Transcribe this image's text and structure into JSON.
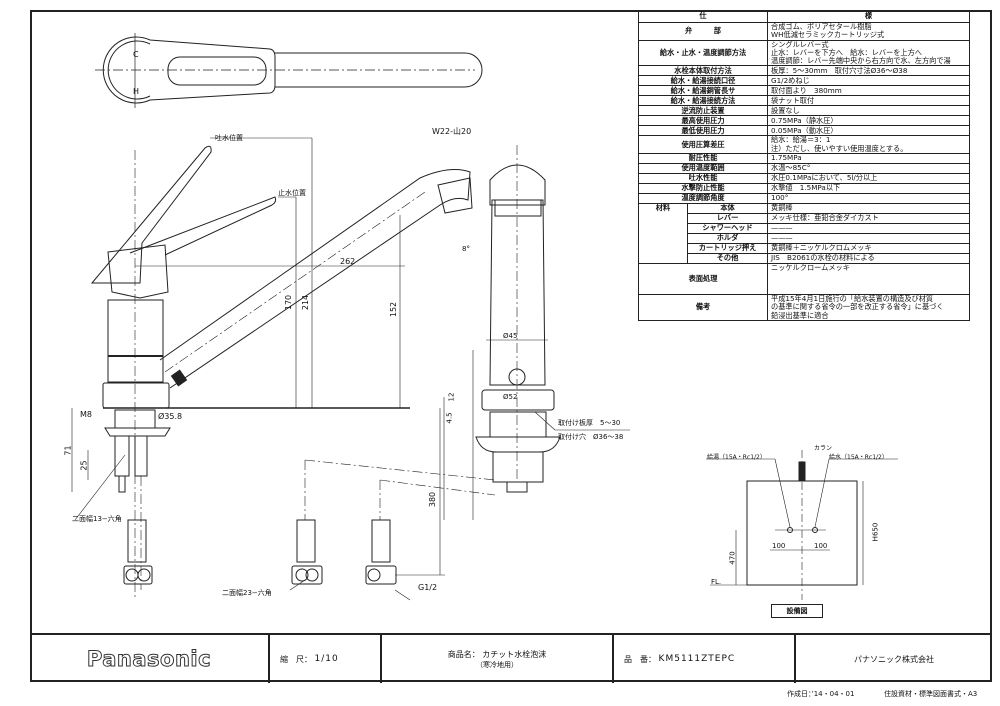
{
  "spec_table": {
    "header": [
      "仕",
      "様"
    ],
    "rows": [
      {
        "key": "弁　　　部",
        "values": [
          "合成ゴム、ポリアセタール樹脂",
          "WH低減セラミックカートリッジ式"
        ]
      },
      {
        "key": "給水・止水・温度調節方法",
        "values": [
          "シングルレバー式",
          "止水：レバーを下方へ　給水：レバーを上方へ",
          "温度調節：レバー先端中央から右方向で水、左方向で湯"
        ]
      },
      {
        "key": "水栓本体取付方法",
        "values": [
          "板厚：5〜30mm　取付穴寸法Ø36〜Ø38"
        ]
      },
      {
        "key": "給水・給湯接続口径",
        "values": [
          "G1/2めねじ"
        ]
      },
      {
        "key": "給水・給湯銅管長サ",
        "values": [
          "取付面より　380mm"
        ]
      },
      {
        "key": "給水・給湯接続方法",
        "values": [
          "袋ナット取付"
        ]
      },
      {
        "key": "逆流防止装置",
        "values": [
          "設置なし"
        ]
      },
      {
        "key": "最高使用圧力",
        "values": [
          "0.75MPa（静水圧）"
        ]
      },
      {
        "key": "最低使用圧力",
        "values": [
          "0.05MPa（動水圧）"
        ]
      },
      {
        "key": "使用圧算差圧",
        "values": [
          "給水：給湯＝3：1",
          "注）ただし、使いやすい使用温度とする。"
        ]
      },
      {
        "key": "耐圧性能",
        "values": [
          "1.75MPa"
        ]
      },
      {
        "key": "使用温度範囲",
        "values": [
          "水温〜85C°"
        ]
      },
      {
        "key": "吐水性能",
        "values": [
          "水圧0.1MPaにおいて、5l/分以上"
        ]
      },
      {
        "key": "水撃防止性能",
        "values": [
          "水撃値　1.5MPa以下"
        ]
      },
      {
        "key": "温度調節角度",
        "values": [
          "100°"
        ]
      }
    ],
    "materials_label": "材料",
    "materials": [
      {
        "part": "本体",
        "value": "黄銅棒"
      },
      {
        "part": "レバー",
        "value": "メッキ仕様：亜鉛合金ダイカスト"
      },
      {
        "part": "シャワーヘッド",
        "value": "———"
      },
      {
        "part": "ホルダ",
        "value": "———"
      },
      {
        "part": "カートリッジ押え",
        "value": "黄銅棒＋ニッケルクロムメッキ"
      },
      {
        "part": "その他",
        "value": "JIS　B2061の水栓の材料による"
      }
    ],
    "surface": {
      "key": "表面処理",
      "value": "ニッケルクロームメッキ"
    },
    "notes": {
      "key": "備考",
      "values": [
        "平成15年4月1日施行の「給水装置の構造及び材質",
        "の基準に関する省令の一部を改正する省令」に基づく",
        "鉛浸出基準に適合"
      ]
    }
  },
  "drawing": {
    "lever_marks": {
      "cold": "C",
      "hot": "H"
    },
    "labels": {
      "spout_position": "吐水位置",
      "stop_position": "止水位置",
      "thread": "W22-山20",
      "angle": "8°",
      "dim_262": "262",
      "dim_170": "170",
      "dim_214": "214",
      "dim_152": "152",
      "dim_45": "Ø45",
      "dim_52": "Ø52",
      "dim_12": "12",
      "dim_45b": "4.5",
      "mount_thickness": "取付け板厚　5〜30",
      "mount_hole": "取付け穴　Ø36〜38",
      "m8": "M8",
      "dia_358": "Ø35.8",
      "dim_71": "71",
      "dim_25": "25",
      "hex13": "二面幅13−六角",
      "hex23": "二面幅23−六角",
      "g12": "G1/2",
      "dim_380": "380"
    },
    "install": {
      "hot": "給湯（15A・Rc1/2）",
      "cold": "給水（15A・Rc1/2）",
      "faucet": "カラン",
      "dim_100a": "100",
      "dim_100b": "100",
      "dim_470": "470",
      "dim_h650": "H650",
      "floor": "FL.",
      "caption": "設備図"
    }
  },
  "title_block": {
    "brand": "Panasonic",
    "scale_label": "縮　尺：",
    "scale_value": "1/10",
    "product_label": "商品名：",
    "product_value": "カチット水栓泡沫",
    "product_sub": "（寒冷地用）",
    "part_label": "品　番：",
    "part_value": "KM5111ZTEPC",
    "company": "パナソニック株式会社"
  },
  "footer": {
    "date": "作成日：’14・04・01",
    "doc_type": "住設資材・標準図面書式・A3"
  }
}
